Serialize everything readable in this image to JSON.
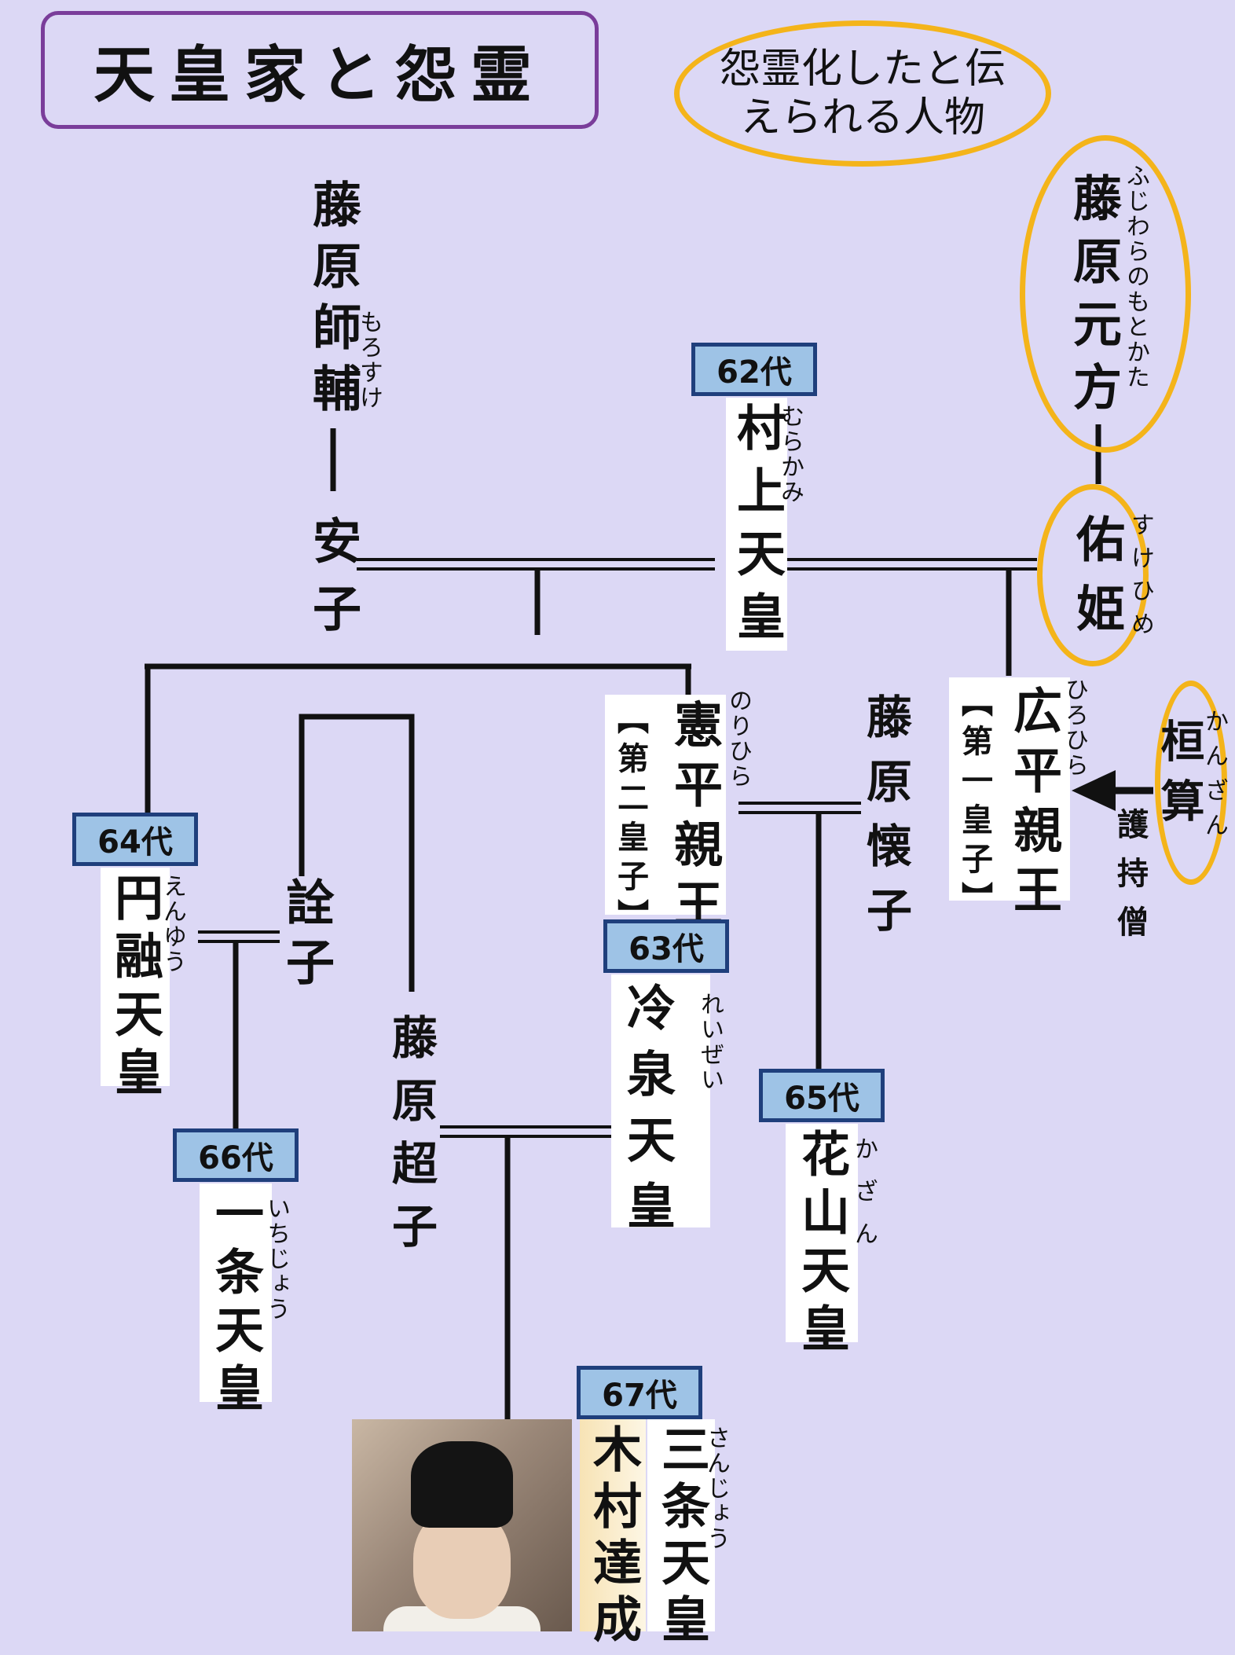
{
  "title": "天皇家と怨霊",
  "legend": "怨霊化したと伝えられる人物",
  "people": {
    "morosuke": {
      "name": "藤原師輔",
      "reading": "もろすけ"
    },
    "anshi": {
      "name": "安子"
    },
    "murakami": {
      "gen": "62代",
      "name": "村上天皇",
      "reading": "むらかみ"
    },
    "motokata": {
      "name": "藤原元方",
      "reading": "ふじわらのもとかた"
    },
    "sukehime": {
      "name": "佑姫",
      "reading": "すけひめ"
    },
    "hirohira": {
      "name": "広平親王",
      "reading": "ひろひら",
      "rank": "【第一皇子】"
    },
    "kanzan": {
      "name": "桓算",
      "reading": "かんざん",
      "role": "護持僧"
    },
    "norihira": {
      "name": "憲平親王",
      "reading": "のりひら",
      "rank": "【第二皇子】"
    },
    "kaishi": {
      "name": "藤原懐子"
    },
    "enyu": {
      "gen": "64代",
      "name": "円融天皇",
      "reading": "えんゆう"
    },
    "senshi": {
      "name": "詮子"
    },
    "reizei": {
      "gen": "63代",
      "name": "冷泉天皇",
      "reading": "れいぜい"
    },
    "kazan": {
      "gen": "65代",
      "name": "花山天皇",
      "reading": "かざん"
    },
    "choshi": {
      "name": "藤原超子"
    },
    "ichijo": {
      "gen": "66代",
      "name": "一条天皇",
      "reading": "いちじょう"
    },
    "sanjo": {
      "gen": "67代",
      "name": "三条天皇",
      "reading": "さんじょう",
      "actor": "木村達成"
    }
  },
  "colors": {
    "background": "#dcd8f5",
    "title_border": "#7a3d9a",
    "onryo_highlight": "#f4b41a",
    "gen_badge_fill": "#9ec3e6",
    "gen_badge_border": "#1f3f7c",
    "line": "#111111"
  },
  "icons": {
    "arrow": "arrow-left-icon",
    "photo": "portrait-photo"
  }
}
